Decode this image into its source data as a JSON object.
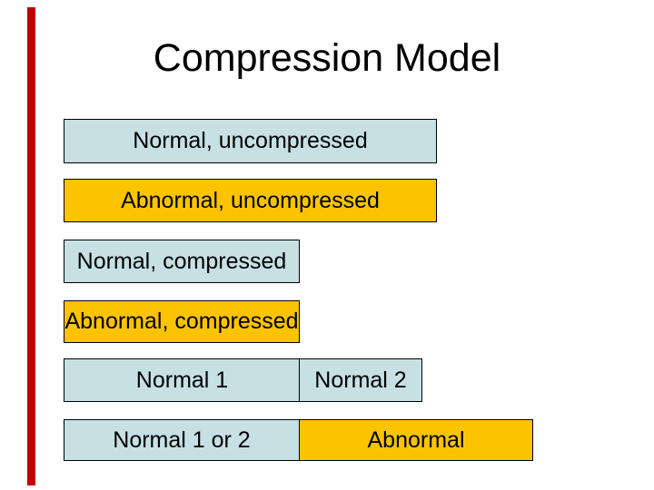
{
  "slide": {
    "title": "Compression Model",
    "colors": {
      "background": "#FFFFFF",
      "accent_bar": "#C00000",
      "normal_fill": "#C6E0E3",
      "abnormal_fill": "#FCC400",
      "box_border": "#000000",
      "text": "#000000"
    },
    "boxes": [
      {
        "label": "Normal, uncompressed",
        "state": "normal"
      },
      {
        "label": "Abnormal, uncompressed",
        "state": "abnormal"
      },
      {
        "label": "Normal, compressed",
        "state": "normal"
      },
      {
        "label": "Abnormal, compressed",
        "state": "abnormal"
      },
      {
        "label": "Normal 1",
        "state": "normal"
      },
      {
        "label": "Normal 2",
        "state": "normal"
      },
      {
        "label": "Normal 1 or 2",
        "state": "normal"
      },
      {
        "label": "Abnormal",
        "state": "abnormal"
      }
    ]
  }
}
